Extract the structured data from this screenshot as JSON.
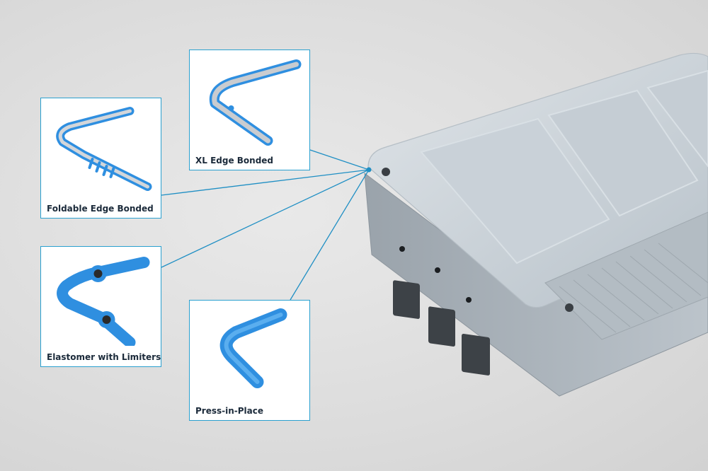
{
  "callouts": [
    {
      "id": "xl",
      "label": "XL Edge Bonded"
    },
    {
      "id": "fold",
      "label": "Foldable Edge Bonded"
    },
    {
      "id": "elast",
      "label": "Elastomer with Limiters"
    },
    {
      "id": "press",
      "label": "Press-in-Place"
    }
  ],
  "colors": {
    "accent_line": "#1f8fc4",
    "gasket_blue": "#2f8fe0",
    "card_border": "#2aa0cf"
  }
}
